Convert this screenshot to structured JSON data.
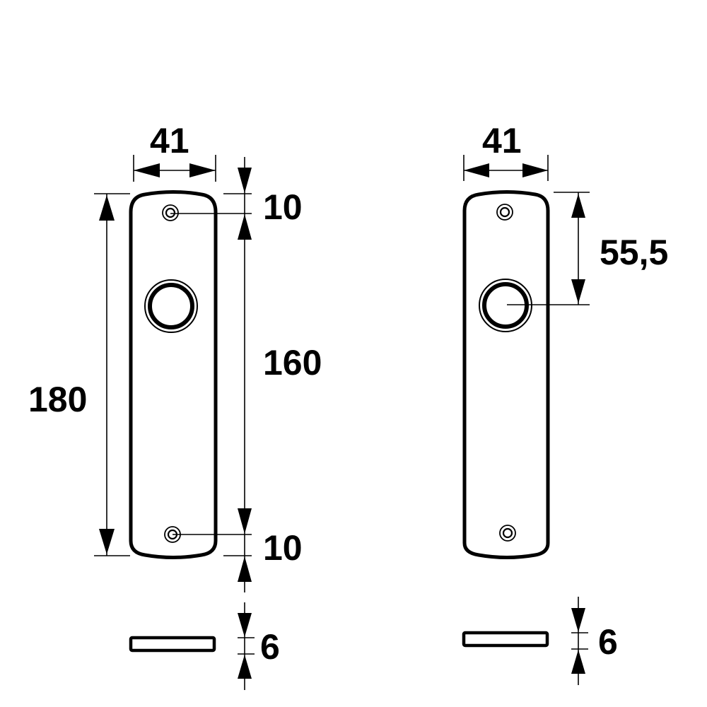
{
  "drawing": {
    "left_view": {
      "width_label": "41",
      "total_height_label": "180",
      "hole_spacing_label": "160",
      "top_offset_label": "10",
      "bottom_offset_label": "10",
      "thickness_label": "6"
    },
    "right_view": {
      "width_label": "41",
      "knob_offset_label": "55,5",
      "thickness_label": "6"
    },
    "colors": {
      "line": "#000000",
      "background": "#ffffff"
    }
  }
}
